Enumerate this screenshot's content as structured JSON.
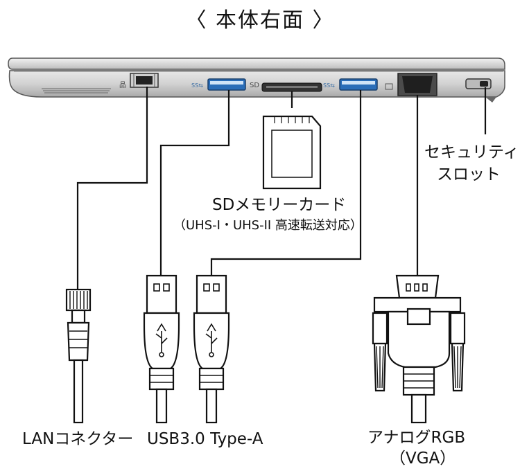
{
  "title": "〈 本体右面 〉",
  "labels": {
    "lan": "LANコネクター",
    "usb": "USB3.0 Type-A",
    "sd_line1": "SDメモリーカード",
    "sd_line2": "（UHS-I・UHS-II 高速転送対応）",
    "vga_line1": "アナログRGB",
    "vga_line2": "（VGA）",
    "security_line1": "セキュリティ",
    "security_line2": "スロット"
  },
  "port_glyphs": {
    "lan": "lan-port-icon",
    "usb": "ss-usb-icon",
    "sd": "sd-icon",
    "vga": "monitor-icon"
  }
}
